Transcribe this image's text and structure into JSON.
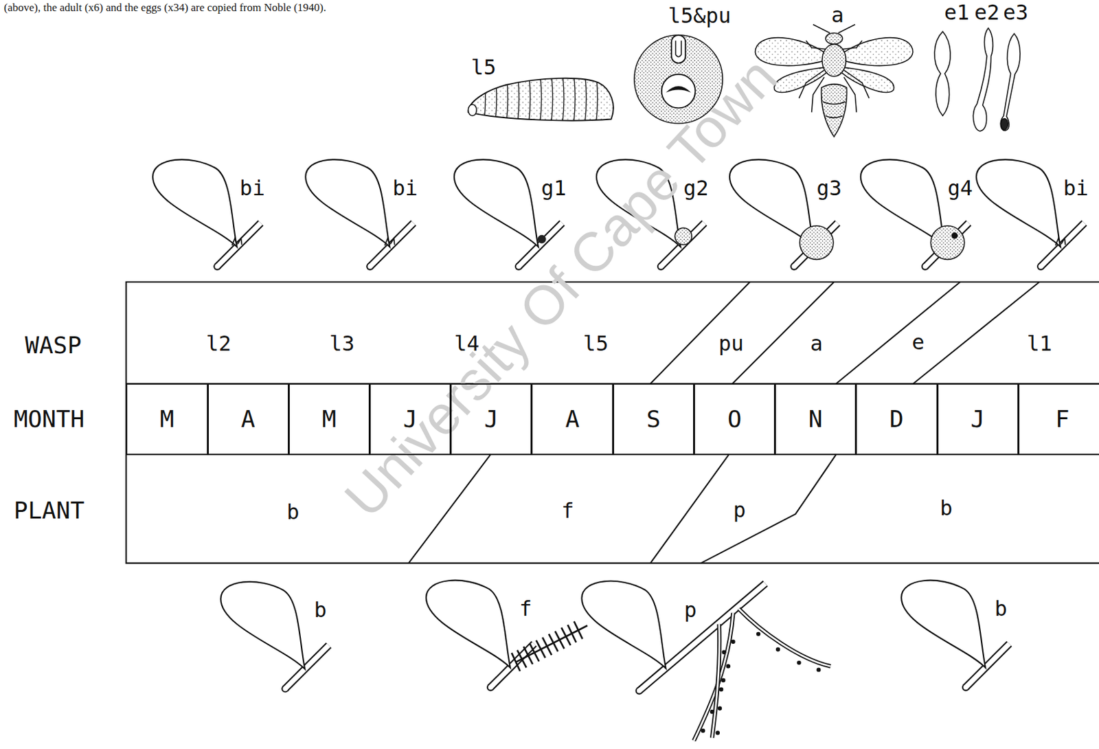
{
  "diagram": {
    "caption": "(above), the adult (x6) and the eggs (x34) are copied from Noble (1940).",
    "nodes": [
      {
        "text": [
          "M"
        ]
      },
      {
        "text": [
          "A"
        ]
      },
      {
        "text": [
          "M"
        ]
      },
      {
        "text": [
          "J"
        ]
      },
      {
        "text": [
          "J"
        ]
      },
      {
        "text": [
          "A"
        ]
      },
      {
        "text": [
          "S"
        ]
      },
      {
        "text": [
          "O"
        ]
      },
      {
        "text": [
          "N"
        ]
      },
      {
        "text": [
          "D"
        ]
      },
      {
        "text": [
          "J"
        ]
      },
      {
        "text": [
          "F"
        ]
      }
    ],
    "labels": [
      "l5",
      "l5&pu",
      "a",
      "e1",
      "e2",
      "e3",
      "bi",
      "bi",
      "g1",
      "g2",
      "g3",
      "g4",
      "bi",
      "WASP",
      "l2",
      "l3",
      "l4",
      "l5",
      "pu",
      "a",
      "e",
      "l1",
      "MONTH",
      "PLANT",
      "b",
      "f",
      "p",
      "b",
      "b",
      "f",
      "p",
      "b",
      "University Of Cape Town"
    ]
  }
}
